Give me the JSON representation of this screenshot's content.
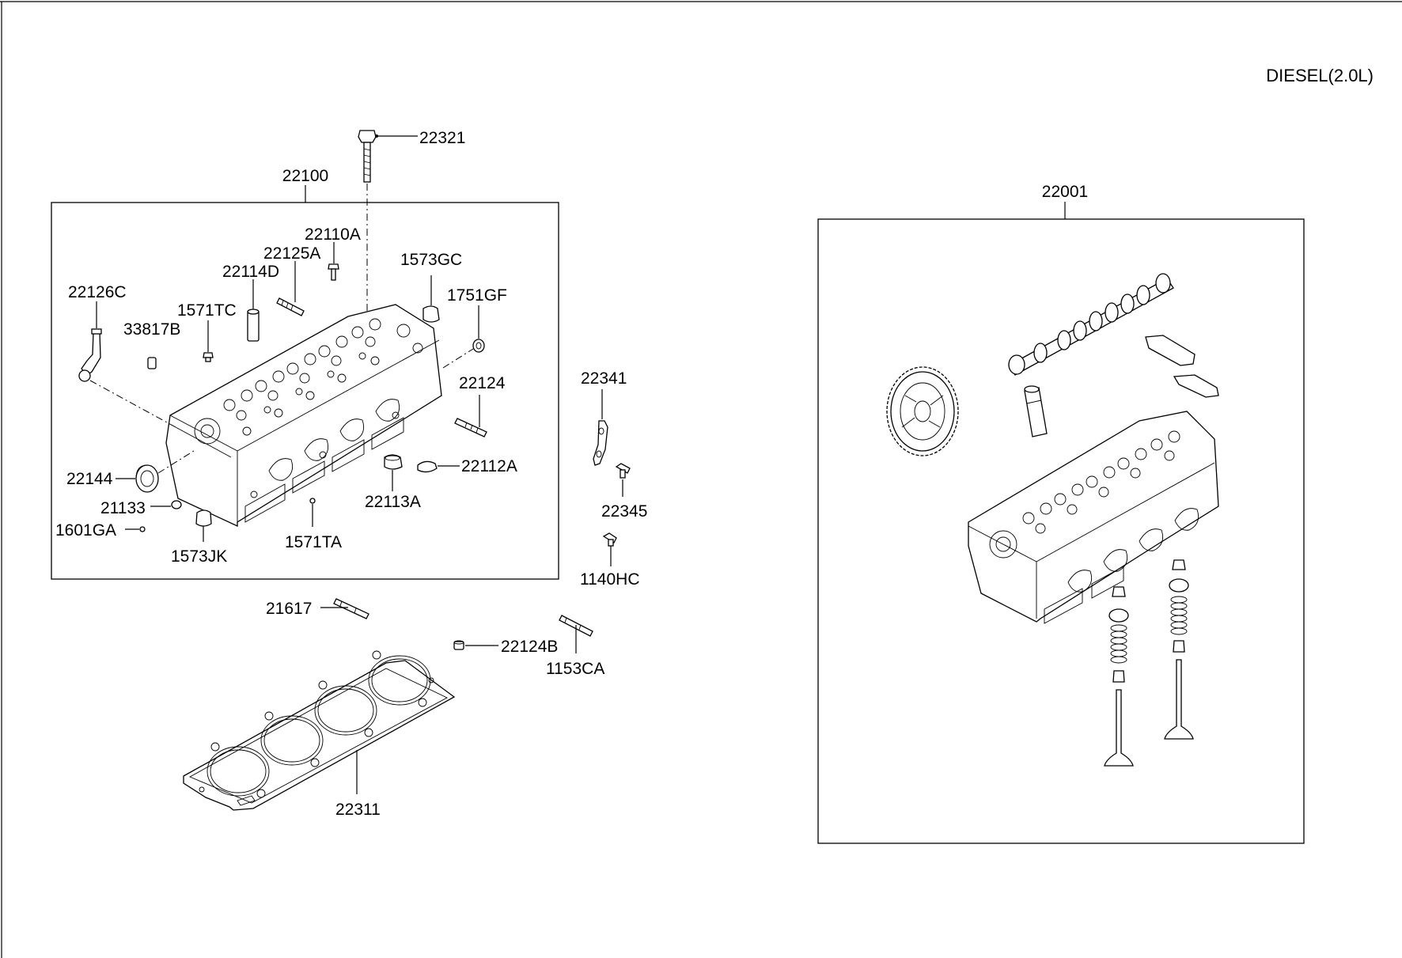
{
  "engine_label": "DIESEL(2.0L)",
  "parts": {
    "p22321": "22321",
    "p22100": "22100",
    "p22110A": "22110A",
    "p22125A": "22125A",
    "p1573GC": "1573GC",
    "p22114D": "22114D",
    "p22126C": "22126C",
    "p1751GF": "1751GF",
    "p1571TC": "1571TC",
    "p33817B": "33817B",
    "p22124": "22124",
    "p22341": "22341",
    "p22112A": "22112A",
    "p22144": "22144",
    "p22113A": "22113A",
    "p22345": "22345",
    "p21133": "21133",
    "p1601GA": "1601GA",
    "p1571TA": "1571TA",
    "p1573JK": "1573JK",
    "p1140HC": "1140HC",
    "p21617": "21617",
    "p22124B": "22124B",
    "p1153CA": "1153CA",
    "p22311": "22311",
    "p22001": "22001"
  }
}
